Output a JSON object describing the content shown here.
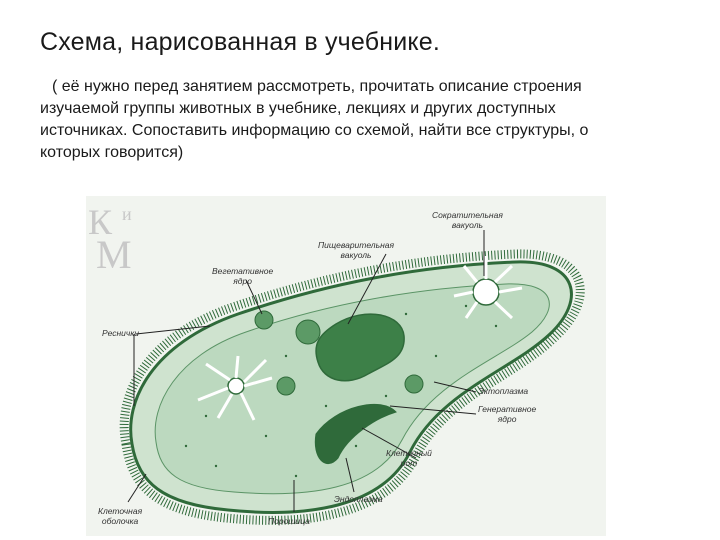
{
  "page": {
    "title": "Схема, нарисованная в учебнике.",
    "description_lines": [
      "( её нужно перед занятием рассмотреть, прочитать описание строения",
      "изучаемой группы животных в учебнике, лекциях и других доступных",
      "источниках. Сопоставить информацию со схемой, найти все структуры, о",
      "которых говорится)"
    ]
  },
  "diagram": {
    "labels": {
      "contractile_vacuole": [
        "Сократительная",
        "вакуоль"
      ],
      "digestive_vacuole": [
        "Пищеварительная",
        "вакуоль"
      ],
      "vegetative_nucleus": [
        "Вегетативное",
        "ядро"
      ],
      "cilia": [
        "Реснички"
      ],
      "ectoplasm": [
        "Эктоплазма"
      ],
      "generative_nucleus": [
        "Генеративное",
        "ядро"
      ],
      "cell_mouth": [
        "Клеточный",
        "рот"
      ],
      "endoplasm": [
        "Эндоплазма"
      ],
      "cell_membrane": [
        "Клеточная",
        "оболочка"
      ],
      "powder": [
        "Порошица"
      ]
    },
    "colors": {
      "outer": "#2f6a3a",
      "body": "#cfe3cf",
      "inner": "#a9cfae",
      "nucleus": "#3d8048"
    }
  },
  "watermark": {
    "letters": "КМ",
    "small": "и"
  }
}
